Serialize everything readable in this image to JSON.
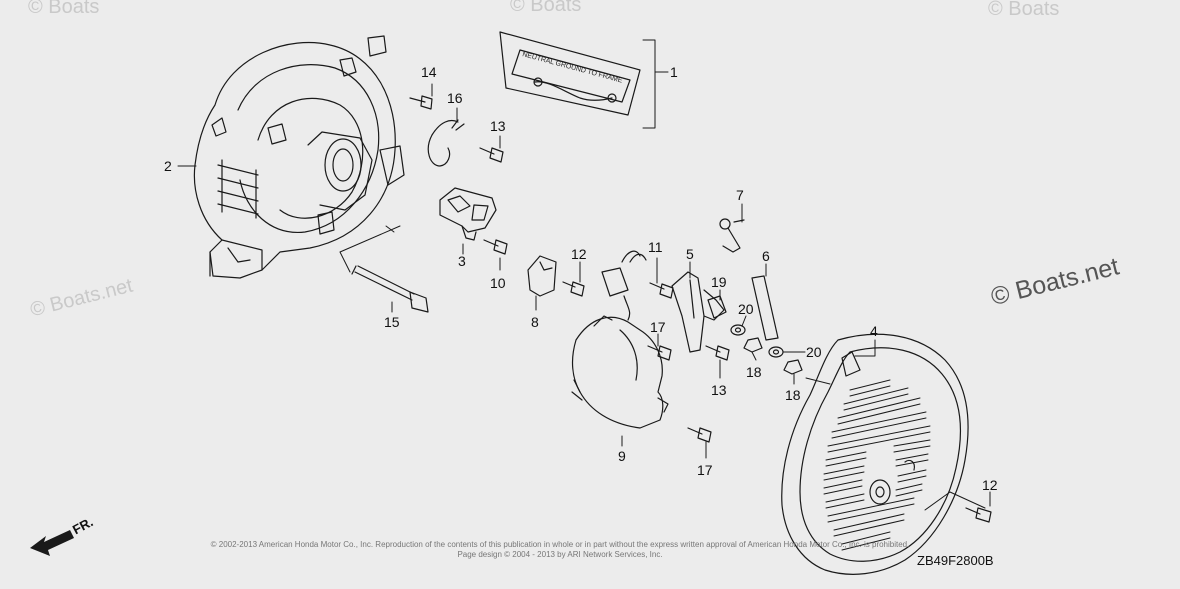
{
  "watermarks": {
    "main": "© Boats.net",
    "left": "© Boats.net",
    "top_left": "© Boats",
    "top_mid": "© Boats",
    "top_right": "© Boats"
  },
  "label_text": "NEUTRAL GROUND TO FRAME",
  "callouts": {
    "c1": "1",
    "c2": "2",
    "c3": "3",
    "c4": "4",
    "c5": "5",
    "c7": "7",
    "c8": "8",
    "c9": "9",
    "c10": "10",
    "c11": "11",
    "c12a": "12",
    "c12b": "12",
    "c13a": "13",
    "c13b": "13",
    "c14": "14",
    "c15": "15",
    "c16": "16",
    "c17a": "17",
    "c17b": "17",
    "c18a": "18",
    "c18b": "18",
    "c19": "19",
    "c20a": "20",
    "c20b": "20",
    "c6": "6"
  },
  "direction_label": "FR.",
  "copyright_line1": "© 2002-2013 American Honda Motor Co., Inc. Reproduction of the contents of this publication in whole or in part without the express written approval of American Honda Motor Co., Inc. is prohibited.",
  "copyright_line2": "Page design © 2004 - 2013 by ARI Network Services, Inc.",
  "drawing_code": "ZB49F2800B",
  "colors": {
    "line": "#1a1a1a",
    "background": "#ececec",
    "watermark": "#c9c9c9"
  }
}
